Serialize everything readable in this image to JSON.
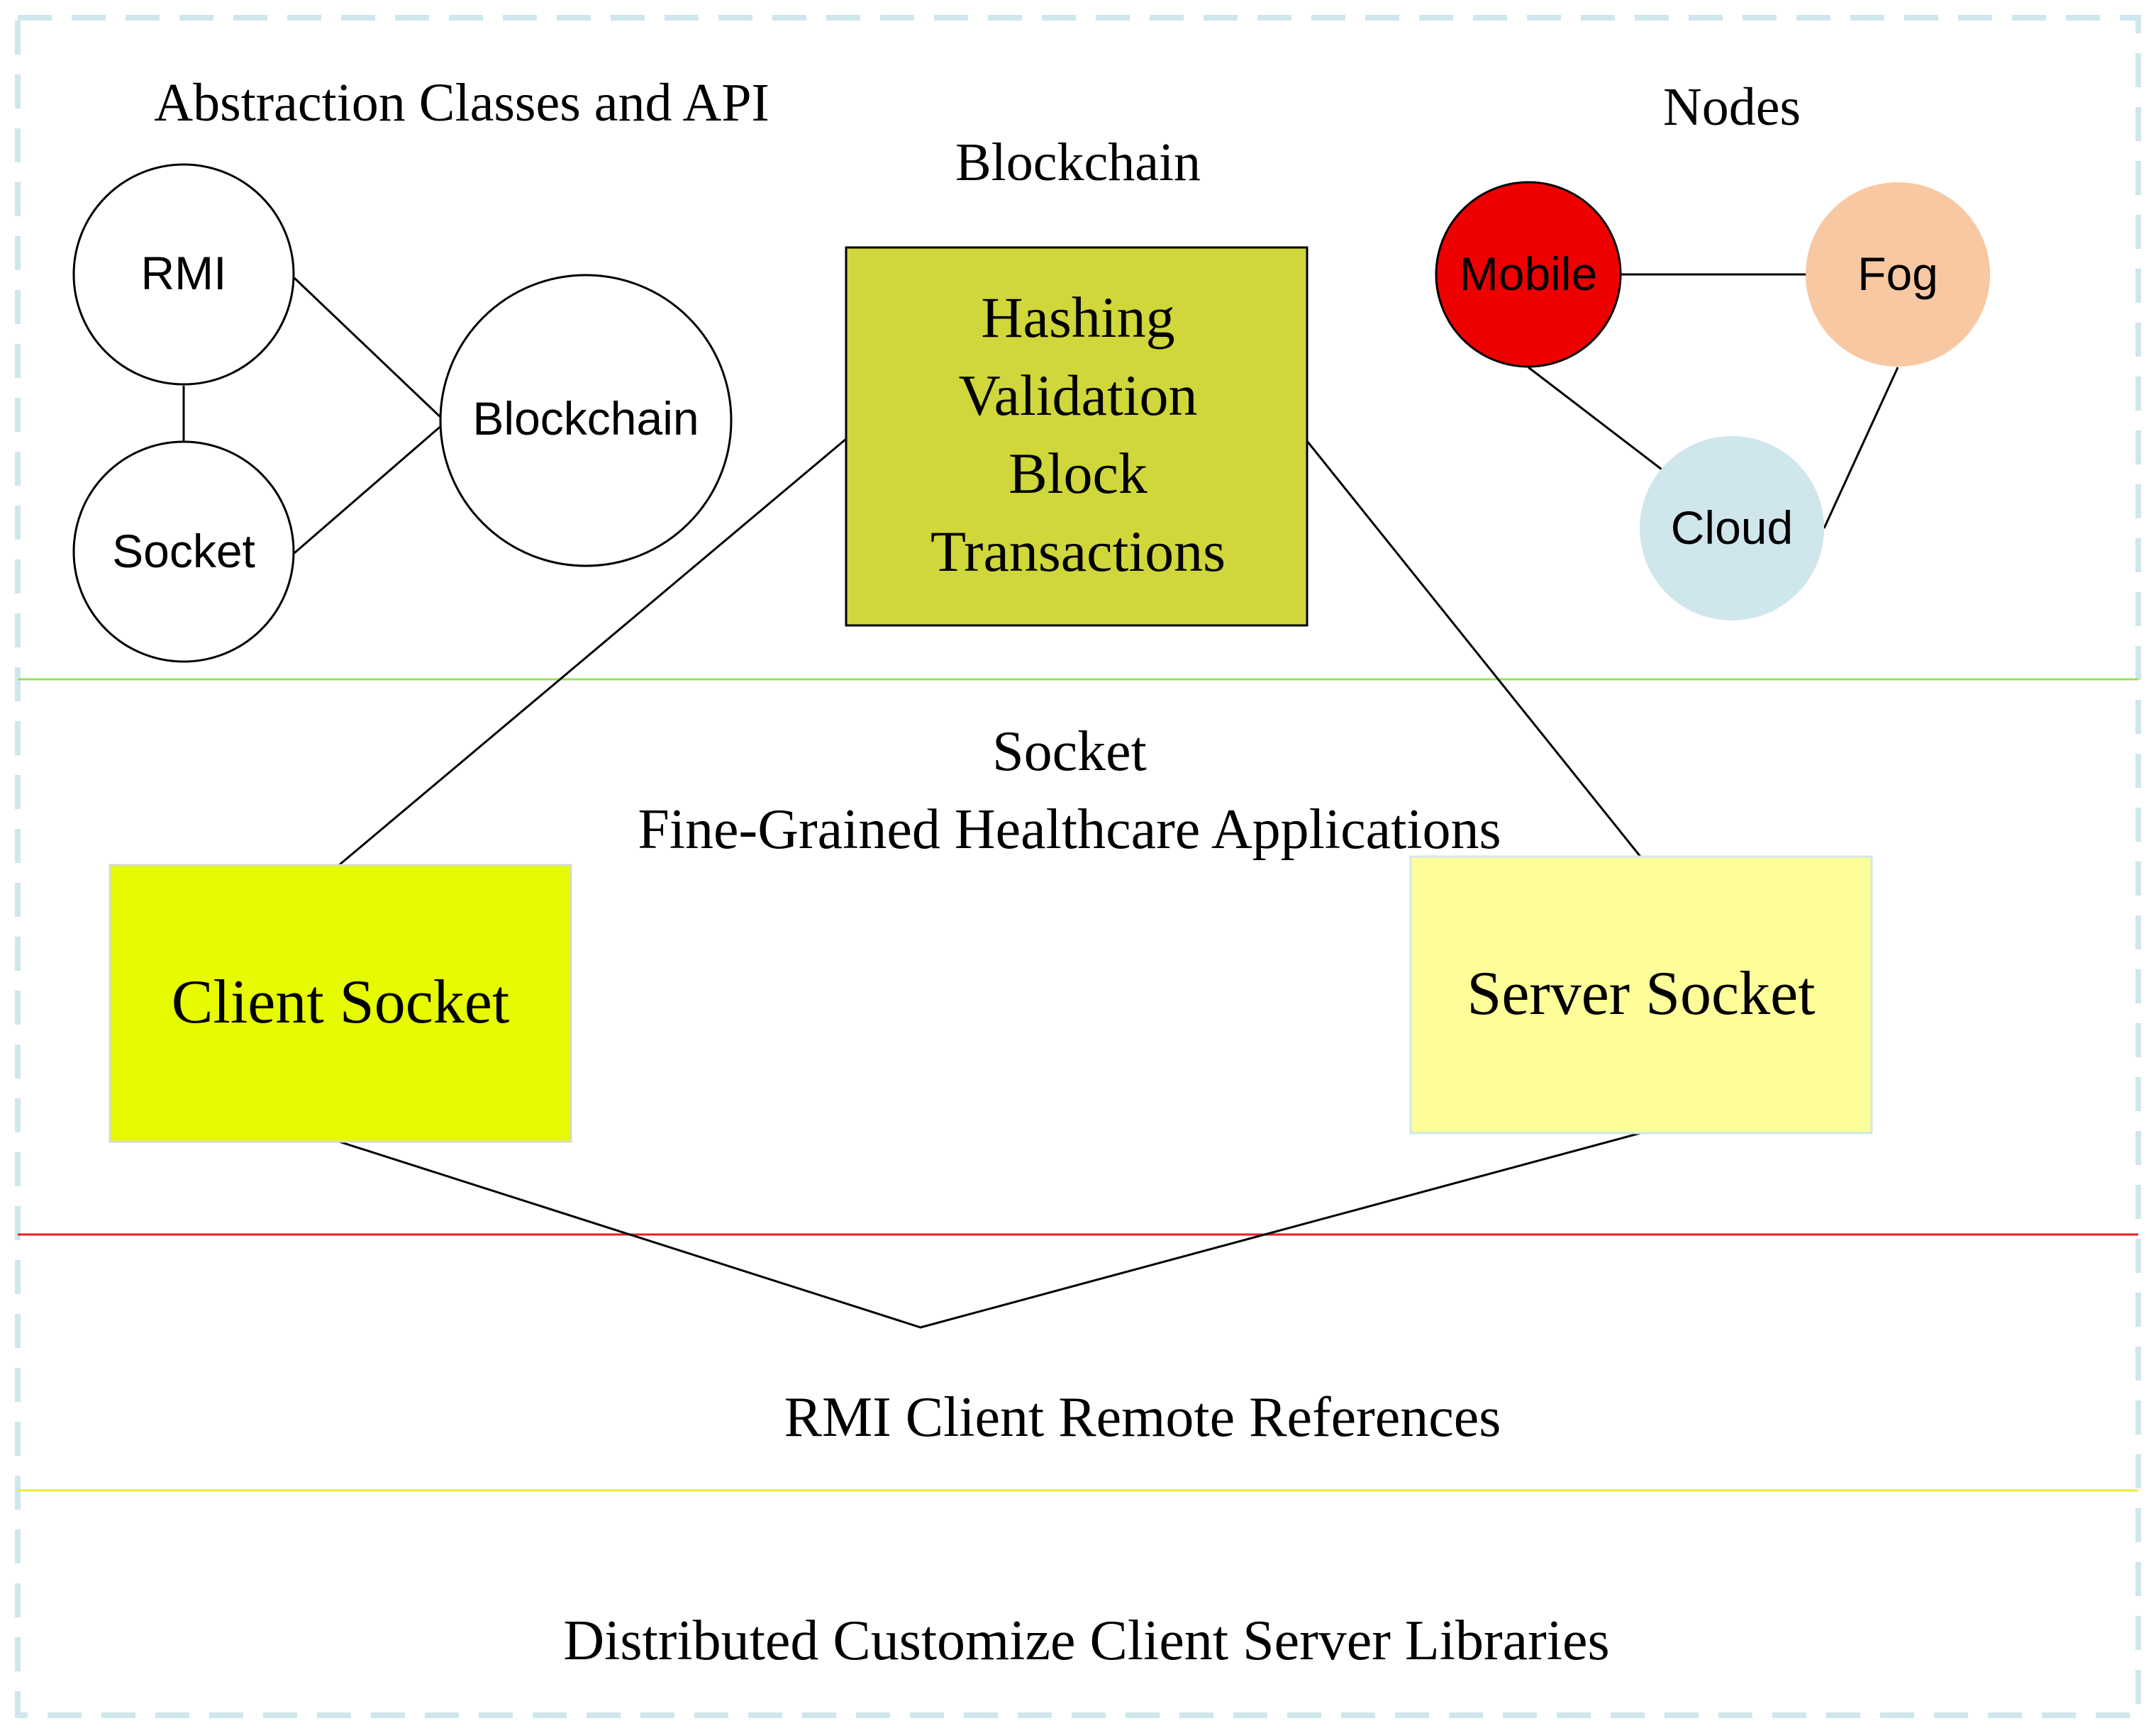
{
  "titles": {
    "abstraction": "Abstraction Classes and API",
    "blockchain": "Blockchain",
    "nodes": "Nodes",
    "socket": "Socket",
    "applications": "Fine-Grained Healthcare Applications",
    "rmi_references": "RMI Client Remote References",
    "libraries": "Distributed Customize Client Server Libraries"
  },
  "api_circles": {
    "rmi": "RMI",
    "socket": "Socket",
    "blockchain": "Blockchain"
  },
  "blockchain_box": {
    "lines": [
      "Hashing",
      "Validation",
      "Block",
      "Transactions"
    ],
    "fill": "#cfd73a"
  },
  "node_circles": {
    "mobile": {
      "label": "Mobile",
      "fill": "#ee0000"
    },
    "fog": {
      "label": "Fog",
      "fill": "#f8c8a2"
    },
    "cloud": {
      "label": "Cloud",
      "fill": "#cfe6ec"
    }
  },
  "sockets": {
    "client": {
      "label": "Client Socket",
      "fill": "#e6fa00"
    },
    "server": {
      "label": "Server Socket",
      "fill": "#fdfd99"
    }
  },
  "colors": {
    "outer_border": "#cfe6ec",
    "divider_top": "#9ae05c",
    "divider_middle": "#ea1c24",
    "divider_bottom": "#e8ec30"
  }
}
